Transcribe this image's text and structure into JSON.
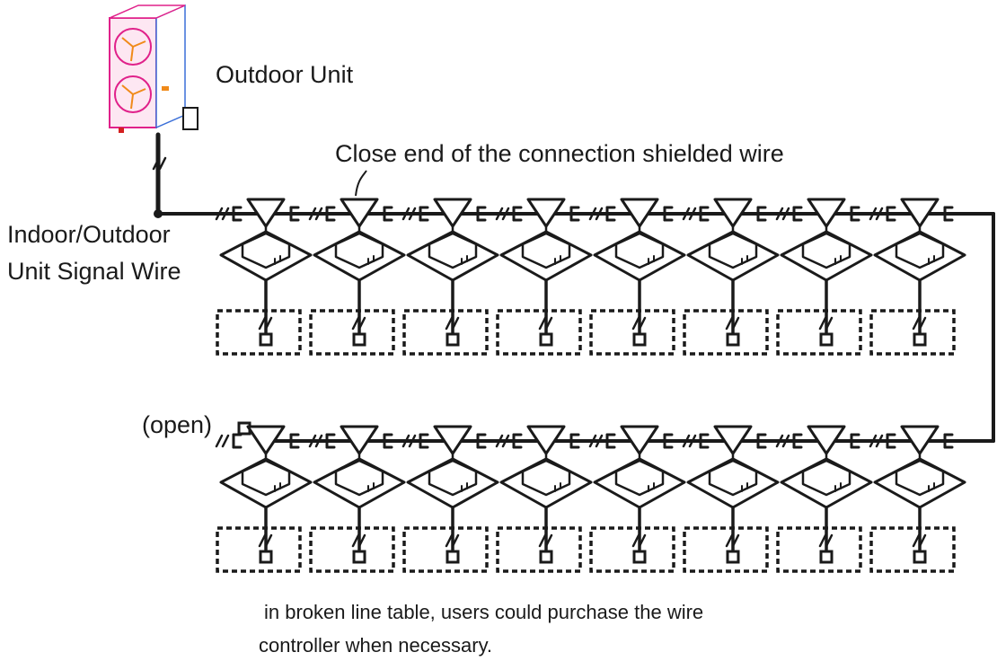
{
  "labels": {
    "outdoor_unit": "Outdoor Unit",
    "shield_note": "Close end of the connection shielded wire",
    "signal_wire_line1": "Indoor/Outdoor",
    "signal_wire_line2": "Unit Signal Wire",
    "open_end": "(open)",
    "footnote_line1": "in broken line table, users could purchase the wire",
    "footnote_line2": "controller when necessary."
  },
  "indoor_units": {
    "row1_count": 8,
    "row2_count": 8
  },
  "colors": {
    "line": "#1a1a1a",
    "outdoor_unit_accent": "#e0218a",
    "outdoor_unit_fan": "#f08a1a",
    "outdoor_unit_side": "#3a6fd8"
  }
}
